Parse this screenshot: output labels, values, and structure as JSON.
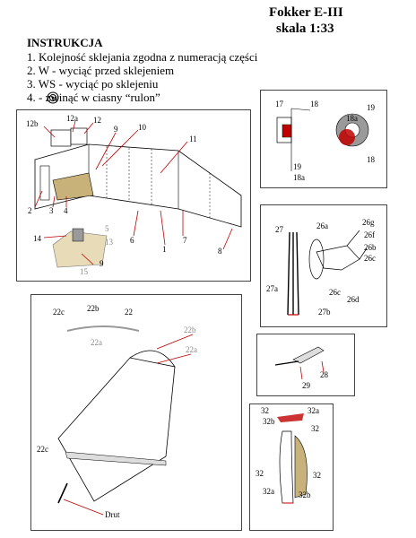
{
  "header": {
    "title_line1": "Fokker E-III",
    "title_line2": "skala 1:33"
  },
  "instructions": {
    "heading": "INSTRUKCJA",
    "items": [
      "1. Kolejność sklejania zgodna z numeracją części",
      "2.  W  - wyciąć przed sklejeniem",
      "3.   WS  - wyciąć po sklejeniu",
      "4.      - zwinąć w ciasny “rulon”"
    ],
    "roll_icon": "spiral-roll-icon"
  },
  "fuselage": {
    "labels": {
      "p12b": "12b",
      "p12a": "12a",
      "p12": "12",
      "p9": "9",
      "p10": "10",
      "p11": "11",
      "p2": "2",
      "p3": "3",
      "p4": "4",
      "p5": "5",
      "p6": "6",
      "p1": "1",
      "p7": "7",
      "p8": "8",
      "p14": "14",
      "p13": "13",
      "p9b": "9",
      "p15": "15"
    },
    "colors": {
      "accent_red": "#c00000",
      "tan": "#c9b27a",
      "gray": "#9a9a9a"
    }
  },
  "wheel_detail": {
    "labels": {
      "p17": "17",
      "p18": "18",
      "p18a": "18a",
      "p19": "19",
      "p19b": "19",
      "p18b": "18",
      "p18a2": "18a"
    }
  },
  "undercarriage": {
    "labels": {
      "p27": "27",
      "p26a": "26a",
      "p26g": "26g",
      "p26f": "26f",
      "p26b": "26b",
      "p26c": "26c",
      "p26c2": "26c",
      "p26d": "26d",
      "p27a": "27a",
      "p27b": "27b"
    }
  },
  "wing": {
    "labels": {
      "p22c": "22c",
      "p22b": "22b",
      "p22": "22",
      "p22a": "22a",
      "p22b2": "22b",
      "p22a2": "22a",
      "p22c2": "22c",
      "drut": "Drut"
    }
  },
  "propeller": {
    "labels": {
      "p28": "28",
      "p29": "29"
    }
  },
  "tail": {
    "labels": {
      "p32": "32",
      "p32a": "32a",
      "p32b": "32b",
      "p32_2": "32",
      "p32_3": "32",
      "p32_4": "32",
      "p32a2": "32a",
      "p32b2": "32b"
    }
  }
}
